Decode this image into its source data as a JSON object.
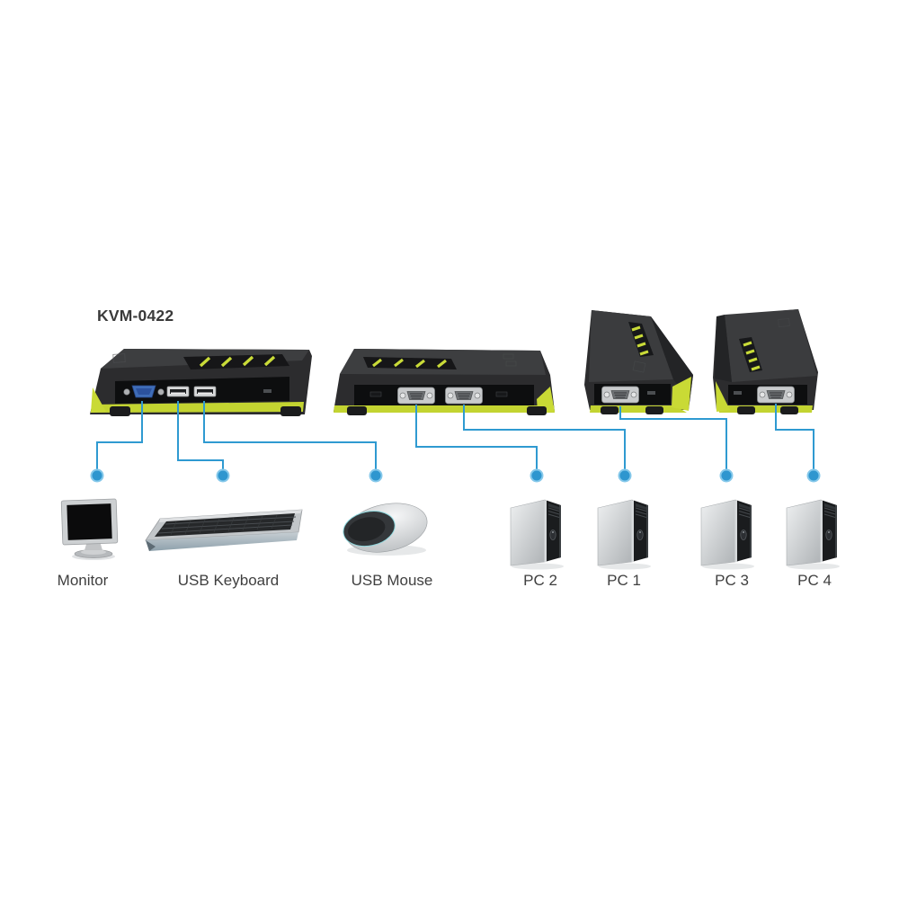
{
  "title": "KVM-0422",
  "colors": {
    "background": "#ffffff",
    "connector_blue": "#2f9ad1",
    "connector_dot_blue": "#2e96cf",
    "device_body_black": "#2d2d2e",
    "device_accent_green": "#c3d431",
    "vga_port_blue": "#3f6db8",
    "label_text": "#3f3f3f"
  },
  "devices": [
    {
      "id": "kvm-front-view",
      "icon": "kvm-switch-front-icon"
    },
    {
      "id": "kvm-rear-view",
      "icon": "kvm-switch-rear-icon"
    },
    {
      "id": "kvm-angled-view-left",
      "icon": "kvm-switch-angled-icon"
    },
    {
      "id": "kvm-angled-view-right",
      "icon": "kvm-switch-angled-icon"
    }
  ],
  "peripherals": [
    {
      "id": "monitor",
      "label": "Monitor",
      "icon": "monitor-icon"
    },
    {
      "id": "usb-keyboard",
      "label": "USB Keyboard",
      "icon": "keyboard-icon"
    },
    {
      "id": "usb-mouse",
      "label": "USB Mouse",
      "icon": "mouse-icon"
    },
    {
      "id": "pc-2",
      "label": "PC 2",
      "icon": "pc-tower-icon"
    },
    {
      "id": "pc-1",
      "label": "PC 1",
      "icon": "pc-tower-icon"
    },
    {
      "id": "pc-3",
      "label": "PC 3",
      "icon": "pc-tower-icon"
    },
    {
      "id": "pc-4",
      "label": "PC 4",
      "icon": "pc-tower-icon"
    }
  ],
  "connections_left_to_right": [
    "Monitor",
    "USB Keyboard",
    "USB Mouse",
    "PC 2",
    "PC 1",
    "PC 3",
    "PC 4"
  ]
}
